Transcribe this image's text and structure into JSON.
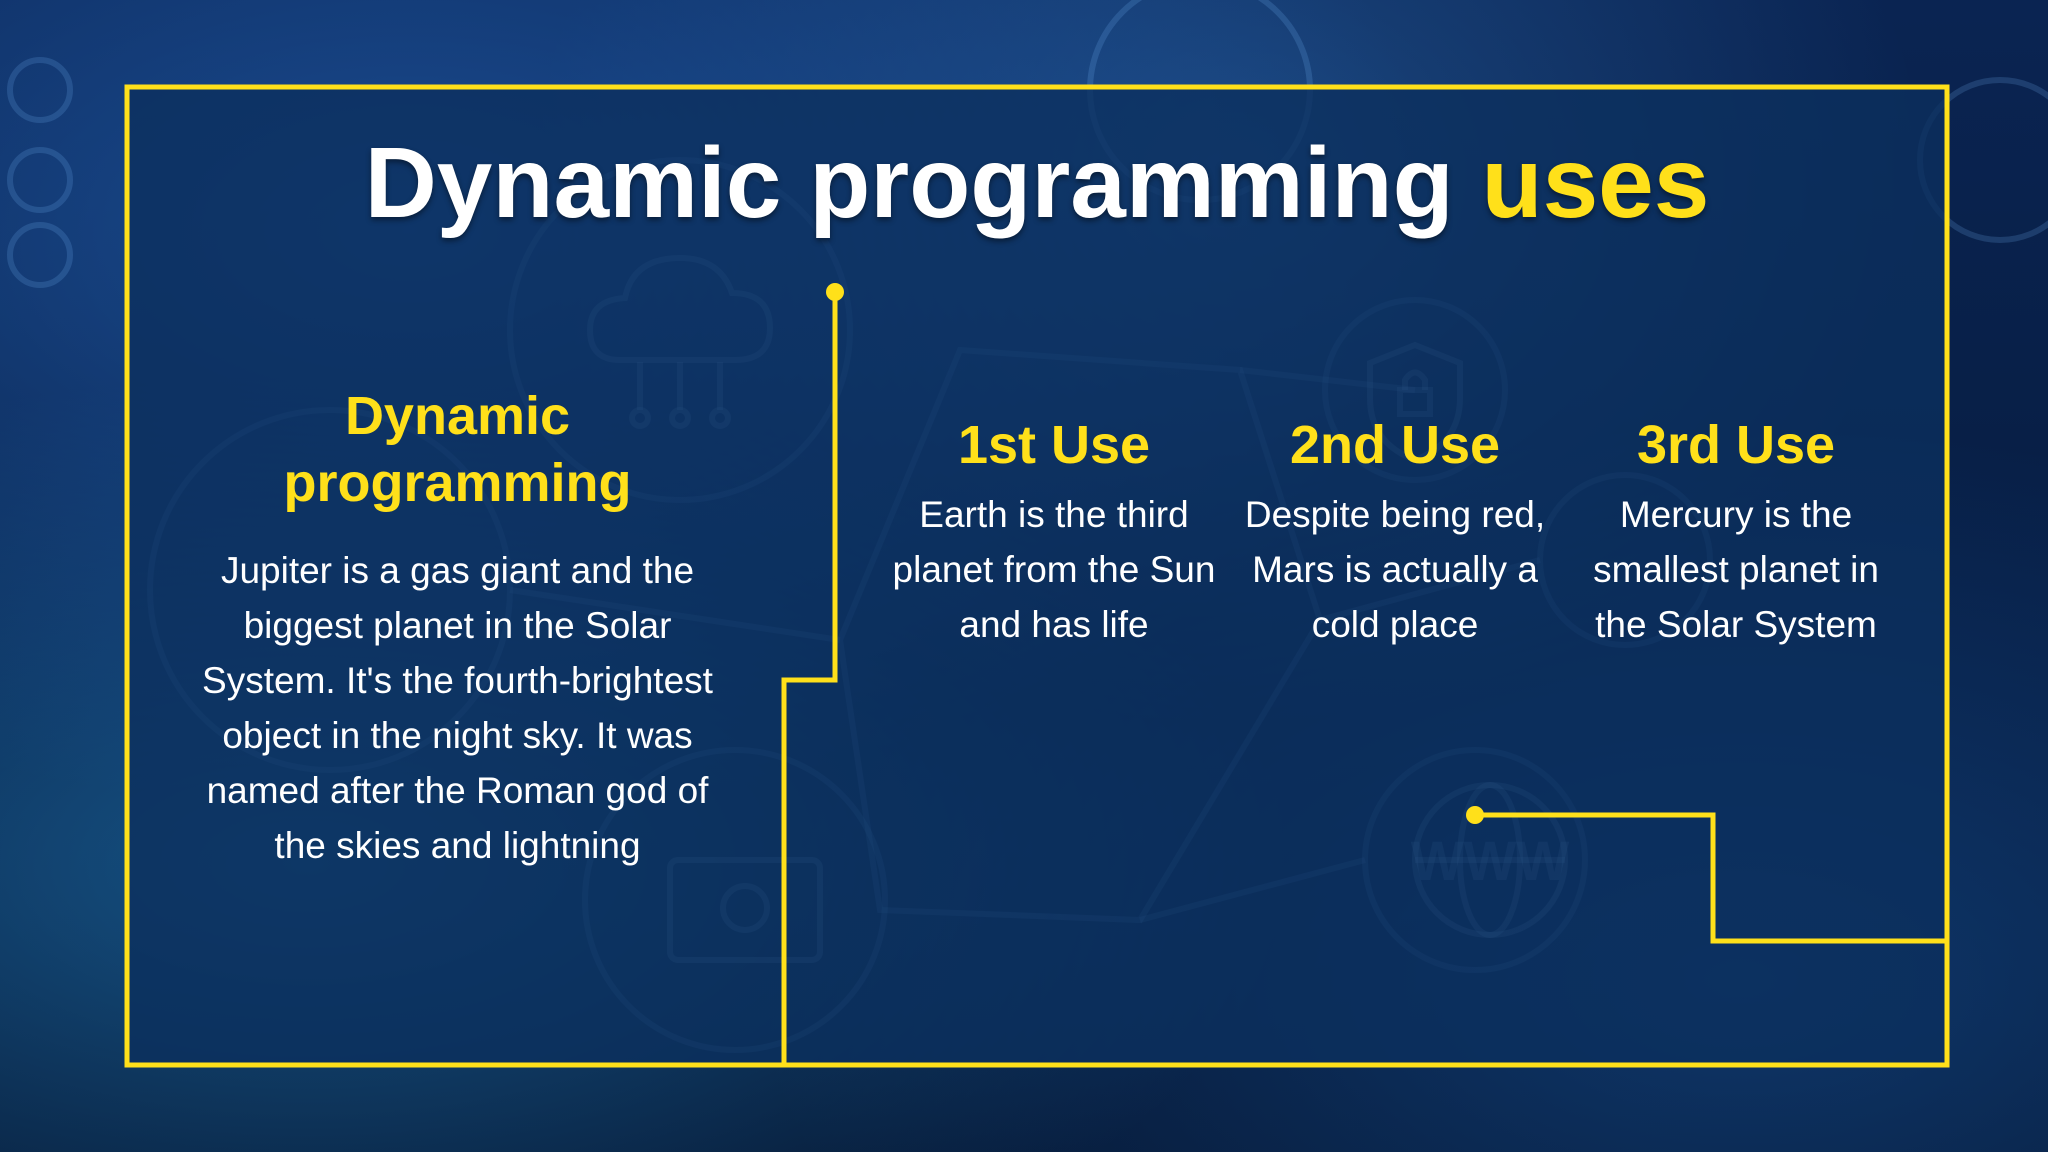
{
  "slide": {
    "title_main": "Dynamic programming",
    "title_highlight": "uses",
    "accent_color": "#ffe01a",
    "text_color": "#ffffff"
  },
  "left": {
    "heading": "Dynamic programming",
    "body": "Jupiter is a gas giant and the biggest planet in the Solar System. It's the fourth-brightest object in the night sky. It was named after the Roman god of the skies and lightning"
  },
  "uses": [
    {
      "heading": "1st Use",
      "body": "Earth is the third planet from the Sun and has life"
    },
    {
      "heading": "2nd Use",
      "body": "Despite being red, Mars is actually a cold place"
    },
    {
      "heading": "3rd Use",
      "body": "Mercury is the smallest planet in the Solar System"
    }
  ],
  "background_icons": [
    "cloud-icon",
    "shield-icon",
    "www-globe-icon",
    "gear-icon"
  ]
}
